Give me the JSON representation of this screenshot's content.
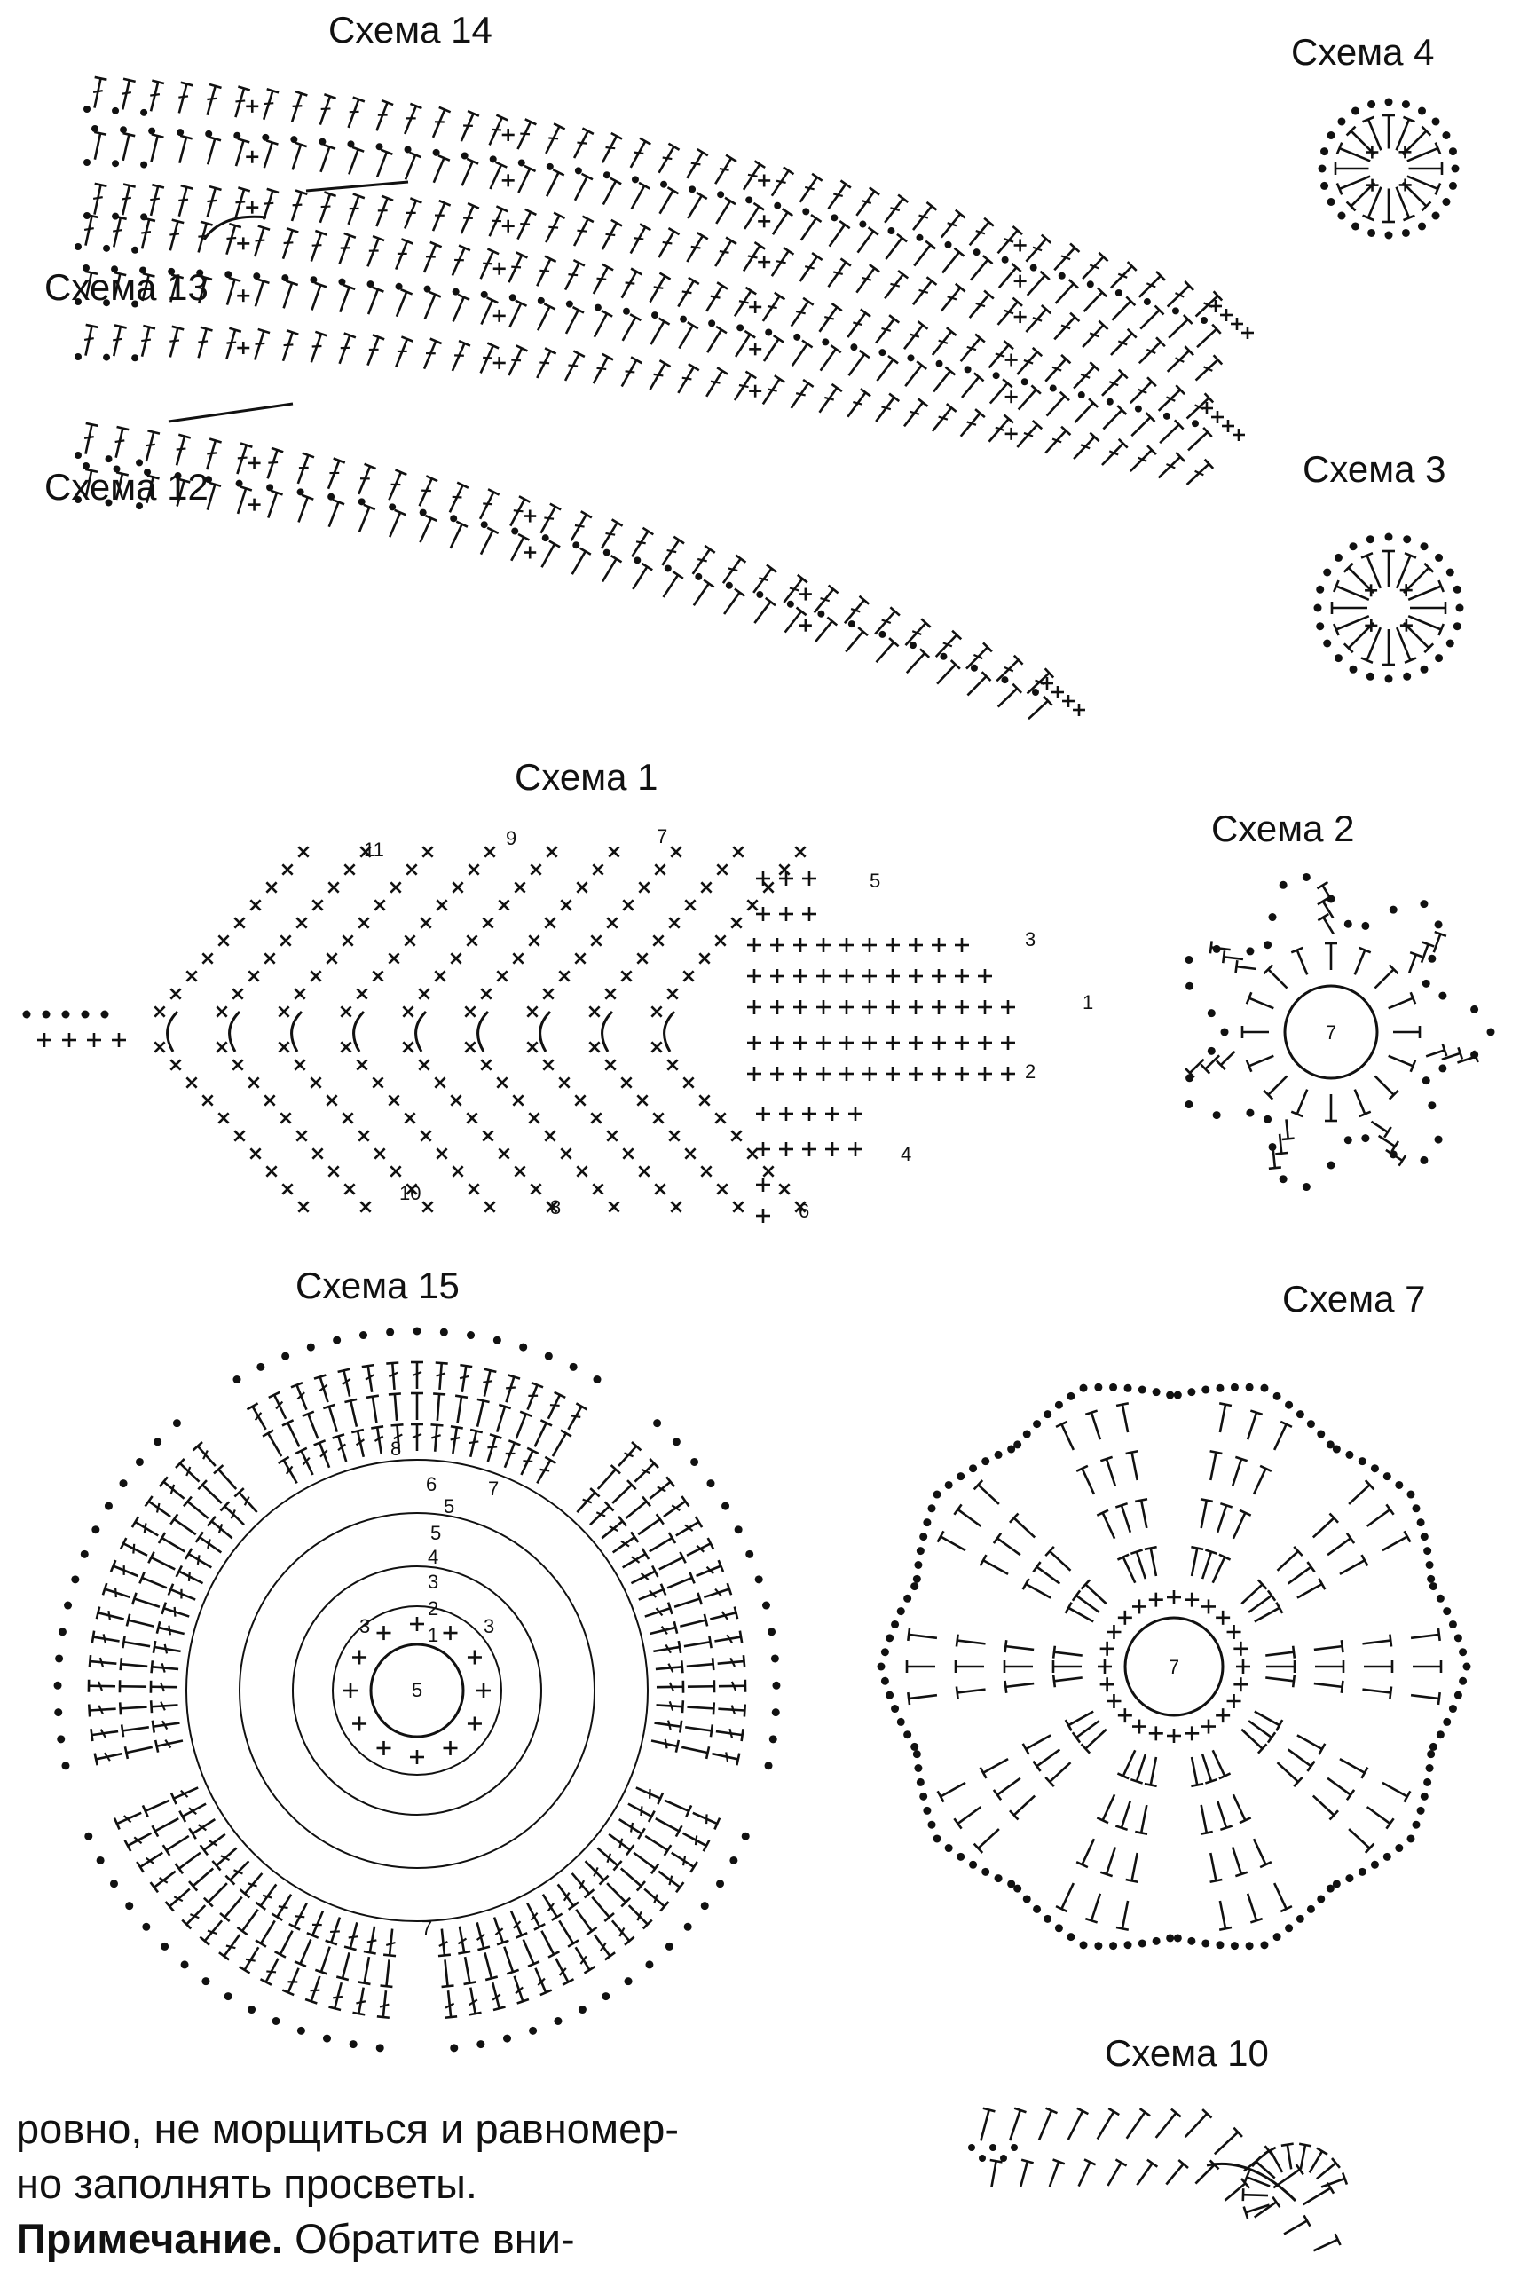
{
  "labels": {
    "s14": "Схема 14",
    "s13": "Схема 13",
    "s12": "Схема 12",
    "s4": "Схема 4",
    "s3": "Схема 3",
    "s1": "Схема 1",
    "s2": "Схема 2",
    "s15": "Схема 15",
    "s7": "Схема 7",
    "s10": "Схема 10"
  },
  "scheme1_rows": [
    "1",
    "2",
    "3",
    "4",
    "5",
    "6",
    "7",
    "8",
    "9",
    "10",
    "11"
  ],
  "scheme2_center": "7",
  "scheme7_center": "7",
  "scheme15_center": "5",
  "scheme15_rows": [
    "1",
    "2",
    "3",
    "3",
    "3",
    "4",
    "5",
    "5",
    "6",
    "7",
    "7",
    "8"
  ],
  "text": {
    "line1": "ровно, не морщиться и равномер-",
    "line2": "но заполнять просветы.",
    "note_bold": "Примечание.",
    "note_rest": " Обратите вни-"
  },
  "colors": {
    "ink": "#111111",
    "background": "#ffffff"
  }
}
